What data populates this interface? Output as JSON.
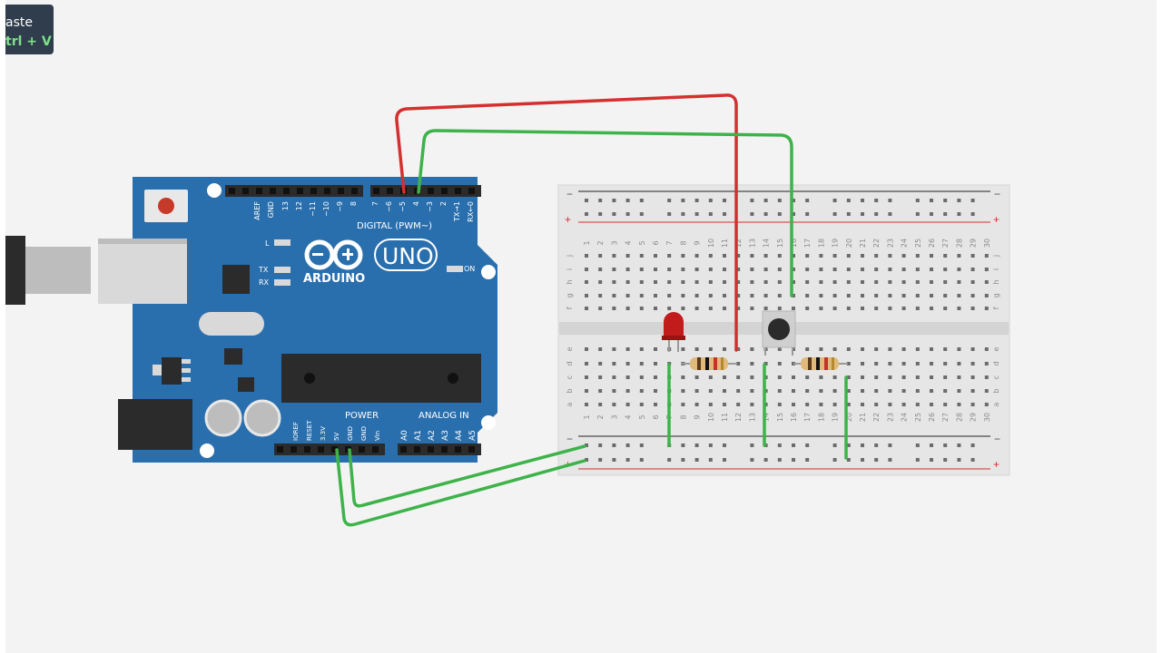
{
  "tooltip": {
    "action": "aste",
    "shortcut": "trl + V"
  },
  "arduino": {
    "brand": "ARDUINO",
    "model": "UNO",
    "digital_label": "DIGITAL (PWM~)",
    "power_label": "POWER",
    "analog_label": "ANALOG IN",
    "led_l": "L",
    "led_tx": "TX",
    "led_rx": "RX",
    "led_on": "ON",
    "digital_pins": [
      "AREF",
      "GND",
      "13",
      "12",
      "~11",
      "~10",
      "~9",
      "8",
      "7",
      "~6",
      "~5",
      "4",
      "~3",
      "2",
      "TX→1",
      "RX←0"
    ],
    "power_pins": [
      "IOREF",
      "RESET",
      "3.3V",
      "5V",
      "GND",
      "GND",
      "Vin"
    ],
    "analog_pins": [
      "A0",
      "A1",
      "A2",
      "A3",
      "A4",
      "A5"
    ]
  },
  "breadboard": {
    "row_letters_top": [
      "j",
      "i",
      "h",
      "g",
      "f"
    ],
    "row_letters_bottom": [
      "e",
      "d",
      "c",
      "b",
      "a"
    ],
    "columns": [
      "1",
      "2",
      "3",
      "4",
      "5",
      "6",
      "7",
      "8",
      "9",
      "10",
      "11",
      "12",
      "13",
      "14",
      "15",
      "16",
      "17",
      "18",
      "19",
      "20",
      "21",
      "22",
      "23",
      "24",
      "25",
      "26",
      "27",
      "28",
      "29",
      "30"
    ],
    "rail_minus": "−",
    "rail_plus": "+"
  },
  "colors": {
    "board": "#2a6fad",
    "board_text": "#ffffff",
    "wire_red": "#d62f2f",
    "wire_green": "#3db34a",
    "breadboard": "#e6e6e6",
    "rail_red": "#d62f2f",
    "rail_black": "#222222"
  }
}
